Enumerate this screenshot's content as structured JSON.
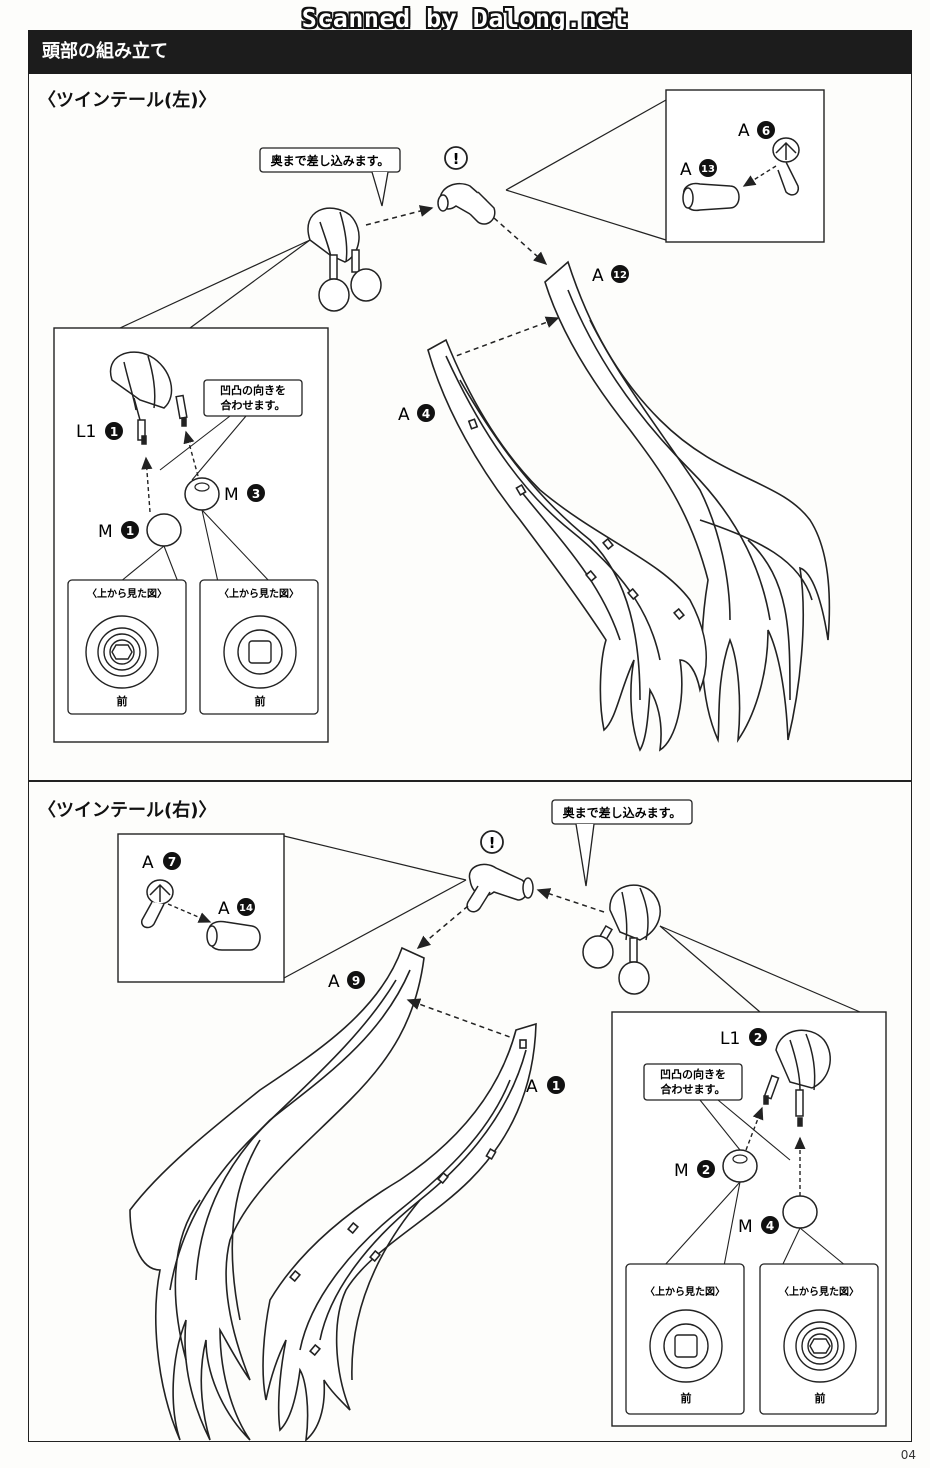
{
  "watermark": "Scanned by Dalong.net",
  "header": {
    "title": "頭部の組み立て"
  },
  "page_number": "04",
  "left": {
    "title": "〈ツインテール(左)〉",
    "callout_insert": "奥まで差し込みます。",
    "callout_align": [
      "凹凸の向きを",
      "合わせます。"
    ],
    "parts": {
      "a6": [
        "A",
        "6"
      ],
      "a13": [
        "A",
        "13"
      ],
      "a12": [
        "A",
        "12"
      ],
      "a4": [
        "A",
        "4"
      ],
      "l1": [
        "L1",
        "1"
      ],
      "m1": [
        "M",
        "1"
      ],
      "m3": [
        "M",
        "3"
      ]
    },
    "view_label": "〈上から見た図〉",
    "front_label": "前"
  },
  "right": {
    "title": "〈ツインテール(右)〉",
    "callout_insert": "奥まで差し込みます。",
    "callout_align": [
      "凹凸の向きを",
      "合わせます。"
    ],
    "parts": {
      "a7": [
        "A",
        "7"
      ],
      "a14": [
        "A",
        "14"
      ],
      "a9": [
        "A",
        "9"
      ],
      "a1": [
        "A",
        "1"
      ],
      "l1": [
        "L1",
        "2"
      ],
      "m2": [
        "M",
        "2"
      ],
      "m4": [
        "M",
        "4"
      ]
    },
    "view_label": "〈上から見た図〉",
    "front_label": "前"
  },
  "caution_mark": "!"
}
